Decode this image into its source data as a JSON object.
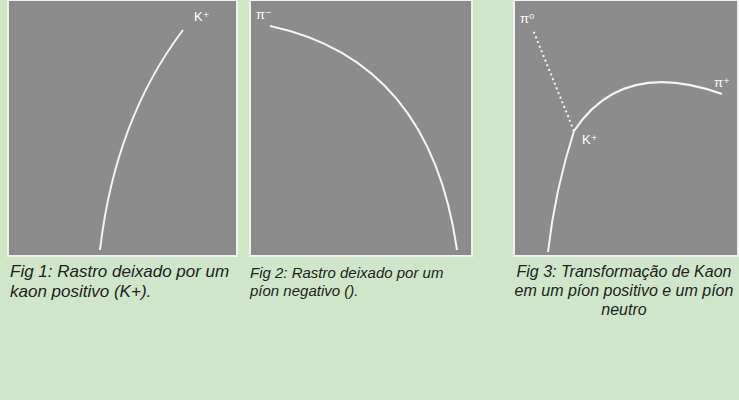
{
  "diagram": {
    "labels": [
      "K⁺",
      "π⁻",
      "π⁰",
      "K⁺",
      "π⁺",
      "Fig 1: Rastro deixado por um kaon positivo (K+).",
      "Fig 2: Rastro deixado por um píon negativo ().",
      "Fig 3: Transformação de Kaon em um píon positivo e um píon neutro"
    ]
  }
}
